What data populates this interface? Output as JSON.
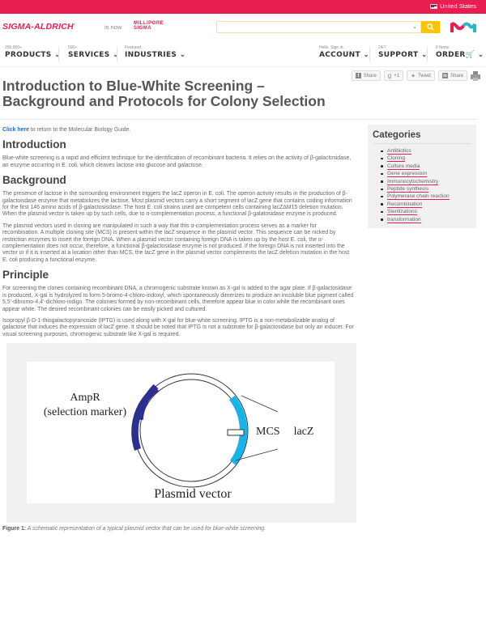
{
  "topbar": {
    "region": "United States",
    "bg_color": "#e81e50"
  },
  "brand": {
    "sigma": "SIGMA-ALDRICH",
    "is_now": "is now",
    "millipore_line1": "MILLIPORE",
    "millipore_line2": "SIGMA"
  },
  "search": {
    "placeholder": "",
    "value": "",
    "accent": "#fcc300"
  },
  "nav": {
    "products": {
      "small": "200,000+",
      "label": "PRODUCTS"
    },
    "services": {
      "small": "500+",
      "label": "SERVICES"
    },
    "industries": {
      "small": "Featured",
      "label": "INDUSTRIES"
    },
    "account": {
      "small": "Hello. Sign in.",
      "label": "ACCOUNT"
    },
    "support": {
      "small": "24/7",
      "label": "SUPPORT"
    },
    "order": {
      "small": "0 Items",
      "label": "ORDER"
    }
  },
  "share": {
    "facebook": "Share",
    "gplus": "+1",
    "tweet": "Tweet",
    "linkedin": "Share"
  },
  "page": {
    "title_line1": "Introduction to Blue-White Screening –",
    "title_line2": "Background and Protocols for Colony Selection",
    "return_link": "Click here",
    "return_text": " to return to the Molecular Biology Guide.",
    "sections": {
      "intro_heading": "Introduction",
      "intro_p1": "Blue-white screening is a rapid and efficient technique for the identification of recombinant bacteria. It relies on the activity of β-galactosidase, an enzyme occurring in E. coli, which cleaves lactose into glucose and galactose.",
      "background_heading": "Background",
      "background_p1": "The presence of lactose in the surrounding environment triggers the lacZ operon in E. coli. The operon activity results in the production of β-galactoisdase enzyme that metabolizes the lactose. Most plasmid vectors carry a short segment of lacZ gene that contains coding information for the first 146 amino acids of β-galactosisdase. The host E. coli strains used are competent cells containing lacZΔM15 deletion mutation. When the plasmid vector is taken up by such cells, due to α-complementation process, a functional β-galatosidase enzyme is produced.",
      "background_p2": "The plasmid vectors used in cloning are manipulated in such a way that this α-complementation process serves as a marker for recombination. A multiple cloning site (MCS) is present within the lacZ sequence in the plasmid vector. This sequence can be nicked by restriction enzymes to insert the foreign DNA. When a plasmid vector containing foreign DNA is taken up by the host E. coli, the α-complementation does not occur, therefore, a functional β-galactosidase enzyme is not produced. If the foreign DNA is not inserted into the vector or if it is inserted at a location other than MCS, the lacZ gene in the plasmid vector complements the lacZ deletion mutation in the host E. coli producing a functional enzyme.",
      "principle_heading": "Principle",
      "principle_p1": "For screening the clones containing recombinant DNA, a chromogenic substrate known as X-gal is added to the agar plate. If β-galactosidase is produced, X-gal is hydrolyzed to form 5-bromo-4-chloro-indoxyl, which spontaneously dimerizes to produce an insoluble blue pigment called 5,5'-dibromo-4,4'-dichloro-indigo. The colonies formed by non-recombinant cells, therefore appear blue in color while the recombinant ones appear white. The desired recombinant colonies can be easily picked and cultured.",
      "principle_p2": "Isopropyl β-D-1-thiogalactopyranoside (IPTG) is used along with X-gal for blue-white screening. IPTG is a non-metabolizable analog of galactose that induces the expression of lacZ gene. It should be noted that IPTG is not a substrate for β-galactosidase but only an inducer. For visual screening purposes, chromogenic substrate like X-gal is required."
    },
    "figure": {
      "label_ampr": "AmpR",
      "label_selection": "(selection marker)",
      "label_mcs": "MCS",
      "label_lacz": "lacZ",
      "label_plasmid": "Plasmid vector",
      "ampr_color": "#2b2f8f",
      "lacz_color": "#18b4e8",
      "caption_label": "Figure 1:",
      "caption_text": " A schematic representation of a typical plasmid vector that can be used for blue-white screening."
    }
  },
  "categories": {
    "heading": "Categories",
    "items": [
      "Antibiotics",
      "Cloning",
      "Culture media",
      "Gene expression",
      "Immunocytochemistry",
      "Peptide synthesis",
      "Polymerase chain reaction",
      "Recombination",
      "Sterilizations",
      "transformation"
    ]
  }
}
